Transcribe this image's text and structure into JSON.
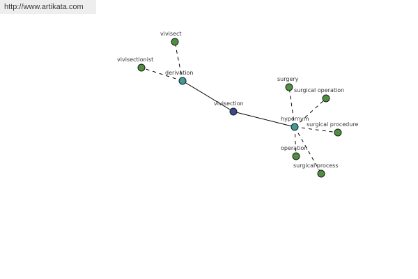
{
  "watermark": "http://www.artikata.com",
  "colors": {
    "root": "#3b4a8f",
    "hub": "#3f9a9a",
    "leaf": "#4f8f3f"
  },
  "graph": {
    "nodes": [
      {
        "id": "vivisection",
        "label": "vivisection",
        "kind": "root"
      },
      {
        "id": "derivation",
        "label": "derivation",
        "kind": "hub"
      },
      {
        "id": "hypernym",
        "label": "hypernym",
        "kind": "hub"
      },
      {
        "id": "vivisect",
        "label": "vivisect",
        "kind": "leaf"
      },
      {
        "id": "vivisectionist",
        "label": "vivisectionist",
        "kind": "leaf"
      },
      {
        "id": "surgery",
        "label": "surgery",
        "kind": "leaf"
      },
      {
        "id": "surgical-operation",
        "label": "surgical operation",
        "kind": "leaf"
      },
      {
        "id": "surgical-procedure",
        "label": "surgical procedure",
        "kind": "leaf"
      },
      {
        "id": "operation",
        "label": "operation",
        "kind": "leaf"
      },
      {
        "id": "surgical-process",
        "label": "surgical process",
        "kind": "leaf"
      }
    ],
    "edges": [
      {
        "from": "vivisection",
        "to": "derivation",
        "style": "solid"
      },
      {
        "from": "vivisection",
        "to": "hypernym",
        "style": "solid"
      },
      {
        "from": "derivation",
        "to": "vivisect",
        "style": "dashed"
      },
      {
        "from": "derivation",
        "to": "vivisectionist",
        "style": "dashed"
      },
      {
        "from": "hypernym",
        "to": "surgery",
        "style": "dashed"
      },
      {
        "from": "hypernym",
        "to": "surgical-operation",
        "style": "dashed"
      },
      {
        "from": "hypernym",
        "to": "surgical-procedure",
        "style": "dashed"
      },
      {
        "from": "hypernym",
        "to": "operation",
        "style": "dashed"
      },
      {
        "from": "hypernym",
        "to": "surgical-process",
        "style": "dashed"
      }
    ]
  }
}
